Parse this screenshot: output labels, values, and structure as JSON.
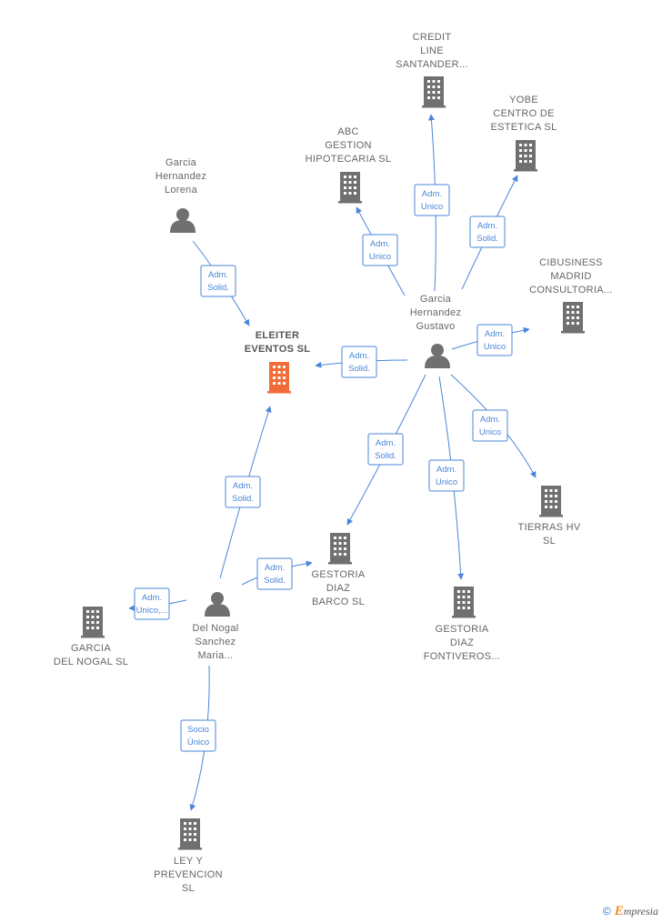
{
  "nodes": [
    {
      "id": "eleiter",
      "type": "company",
      "focus": true,
      "color": "#f26c3a",
      "lines": [
        "ELEITER",
        "EVENTOS  SL"
      ]
    },
    {
      "id": "garcia-lorena",
      "type": "person",
      "color": "#707070",
      "lines": [
        "Garcia",
        "Hernandez",
        "Lorena"
      ]
    },
    {
      "id": "garcia-gustavo",
      "type": "person",
      "color": "#707070",
      "lines": [
        "Garcia",
        "Hernandez",
        "Gustavo"
      ]
    },
    {
      "id": "del-nogal",
      "type": "person",
      "color": "#707070",
      "lines": [
        "Del Nogal",
        "Sanchez",
        "Maria..."
      ]
    },
    {
      "id": "credit-line",
      "type": "company",
      "color": "#707070",
      "lines": [
        "CREDIT",
        "LINE",
        "SANTANDER..."
      ]
    },
    {
      "id": "yobe",
      "type": "company",
      "color": "#707070",
      "lines": [
        "YOBE",
        "CENTRO DE",
        "ESTETICA  SL"
      ]
    },
    {
      "id": "abc",
      "type": "company",
      "color": "#707070",
      "lines": [
        "ABC",
        "GESTION",
        "HIPOTECARIA SL"
      ]
    },
    {
      "id": "cibusiness",
      "type": "company",
      "color": "#707070",
      "lines": [
        "CIBUSINESS",
        "MADRID",
        "CONSULTORIA..."
      ]
    },
    {
      "id": "tierras",
      "type": "company",
      "color": "#707070",
      "lines": [
        "TIERRAS HV",
        "SL"
      ]
    },
    {
      "id": "gestoria-barco",
      "type": "company",
      "color": "#707070",
      "lines": [
        "GESTORIA",
        "DIAZ",
        "BARCO SL"
      ]
    },
    {
      "id": "gestoria-fontiveros",
      "type": "company",
      "color": "#707070",
      "lines": [
        "GESTORIA",
        "DIAZ",
        "FONTIVEROS..."
      ]
    },
    {
      "id": "garcia-del-nogal",
      "type": "company",
      "color": "#707070",
      "lines": [
        "GARCIA",
        "DEL NOGAL SL"
      ]
    },
    {
      "id": "ley-prevencion",
      "type": "company",
      "color": "#707070",
      "lines": [
        "LEY Y",
        "PREVENCION",
        "SL"
      ]
    }
  ],
  "edges": [
    {
      "from": "garcia-lorena",
      "to": "eleiter",
      "label": [
        "Adm.",
        "Solid."
      ]
    },
    {
      "from": "garcia-gustavo",
      "to": "eleiter",
      "label": [
        "Adm.",
        "Solid."
      ]
    },
    {
      "from": "del-nogal",
      "to": "eleiter",
      "label": [
        "Adm.",
        "Solid."
      ]
    },
    {
      "from": "garcia-gustavo",
      "to": "credit-line",
      "label": [
        "Adm.",
        "Unico"
      ]
    },
    {
      "from": "garcia-gustavo",
      "to": "yobe",
      "label": [
        "Adm.",
        "Solid."
      ]
    },
    {
      "from": "garcia-gustavo",
      "to": "abc",
      "label": [
        "Adm.",
        "Unico"
      ]
    },
    {
      "from": "garcia-gustavo",
      "to": "cibusiness",
      "label": [
        "Adm.",
        "Unico"
      ]
    },
    {
      "from": "garcia-gustavo",
      "to": "tierras",
      "label": [
        "Adm.",
        "Unico"
      ]
    },
    {
      "from": "garcia-gustavo",
      "to": "gestoria-barco",
      "label": [
        "Adm.",
        "Solid."
      ]
    },
    {
      "from": "garcia-gustavo",
      "to": "gestoria-fontiveros",
      "label": [
        "Adm.",
        "Unico"
      ]
    },
    {
      "from": "del-nogal",
      "to": "gestoria-barco",
      "label": [
        "Adm.",
        "Solid."
      ]
    },
    {
      "from": "del-nogal",
      "to": "garcia-del-nogal",
      "label": [
        "Adm.",
        "Unico,..."
      ]
    },
    {
      "from": "del-nogal",
      "to": "ley-prevencion",
      "label": [
        "Socio",
        "Único"
      ]
    }
  ],
  "colors": {
    "edge": "#4a86d8",
    "focus": "#f26c3a",
    "node": "#707070"
  },
  "brand": {
    "copyright": "©",
    "initial": "E",
    "name": "mpresia"
  }
}
